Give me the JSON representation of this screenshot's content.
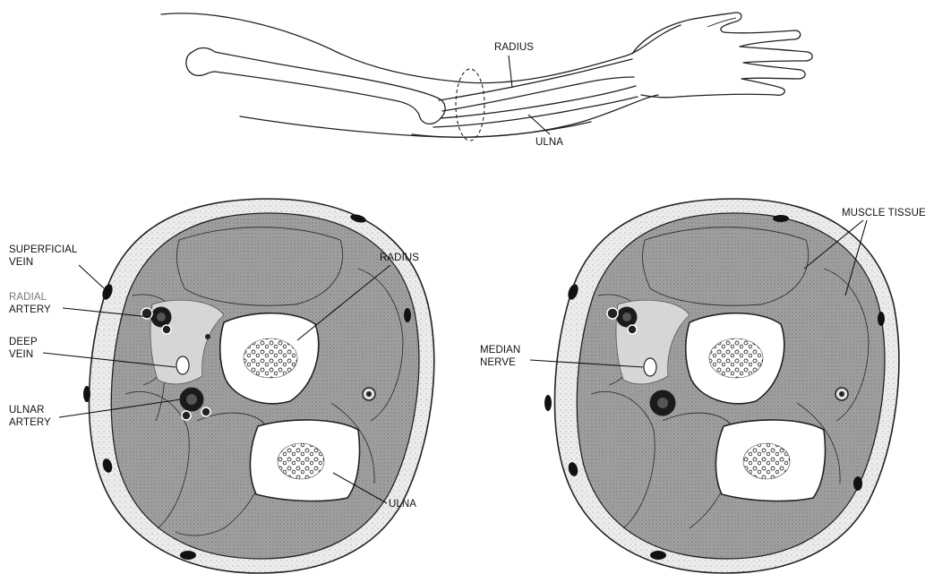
{
  "labels": {
    "radius_top": "RADIUS",
    "ulna_top": "ULNA",
    "superficial_vein": [
      "SUPERFICIAL",
      "VEIN"
    ],
    "radial_artery": [
      "RADIAL",
      "ARTERY"
    ],
    "deep_vein": [
      "DEEP",
      "VEIN"
    ],
    "ulnar_artery": [
      "ULNAR",
      "ARTERY"
    ],
    "radius_section": "RADIUS",
    "ulna_section": "ULNA",
    "muscle_tissue": "MUSCLE TISSUE",
    "median_nerve": [
      "MEDIAN",
      "NERVE"
    ]
  },
  "colors": {
    "line": "#222222",
    "muscle_fill": "#9a9a9a",
    "skin_fill": "#e9e9e9",
    "bone_fill": "#ffffff",
    "vessel_fill": "#1a1a1a",
    "background": "#ffffff"
  }
}
